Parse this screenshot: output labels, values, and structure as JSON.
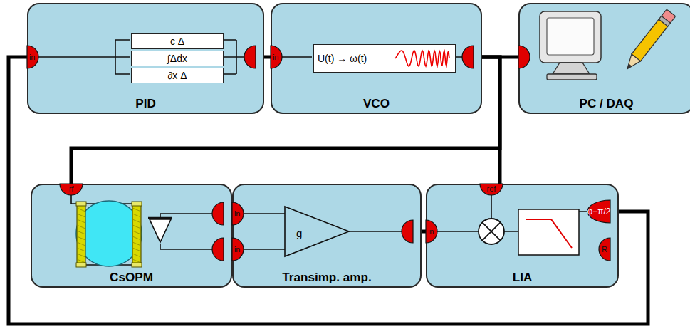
{
  "diagram": {
    "nodes": [
      {
        "text": [
          "PID"
        ]
      },
      {
        "text": [
          "VCO"
        ]
      },
      {
        "text": [
          "PC / DAQ"
        ]
      },
      {
        "text": [
          "CsOPM"
        ]
      },
      {
        "text": [
          "Transimp. amp."
        ]
      },
      {
        "text": [
          "LIA"
        ]
      },
      {
        "text": [
          "c Δ"
        ],
        "in": 0
      },
      {
        "text": [
          "∫Δdx"
        ],
        "in": 0
      },
      {
        "text": [
          "∂x Δ"
        ],
        "in": 0
      },
      {
        "text": [
          "U(t) → ω(t)"
        ],
        "in": 1
      },
      {
        "text": [
          "g"
        ],
        "in": 4
      }
    ],
    "edges": [
      {
        "from": 0,
        "to": 1,
        "arrow": "none"
      },
      {
        "from": 1,
        "to": 2,
        "arrow": "none"
      },
      {
        "from": 1,
        "to": 3,
        "arrow": "none"
      },
      {
        "from": 1,
        "to": 5,
        "arrow": "none"
      },
      {
        "from": 3,
        "to": 4,
        "arrow": "none"
      },
      {
        "from": 3,
        "to": 4,
        "arrow": "none"
      },
      {
        "from": 4,
        "to": 5,
        "arrow": "none"
      },
      {
        "from": 5,
        "to": 0,
        "arrow": "none"
      }
    ],
    "labels": [
      "in",
      "in",
      "rf",
      "in",
      "in",
      "in",
      "ref",
      "φ−π/2",
      "R"
    ]
  }
}
